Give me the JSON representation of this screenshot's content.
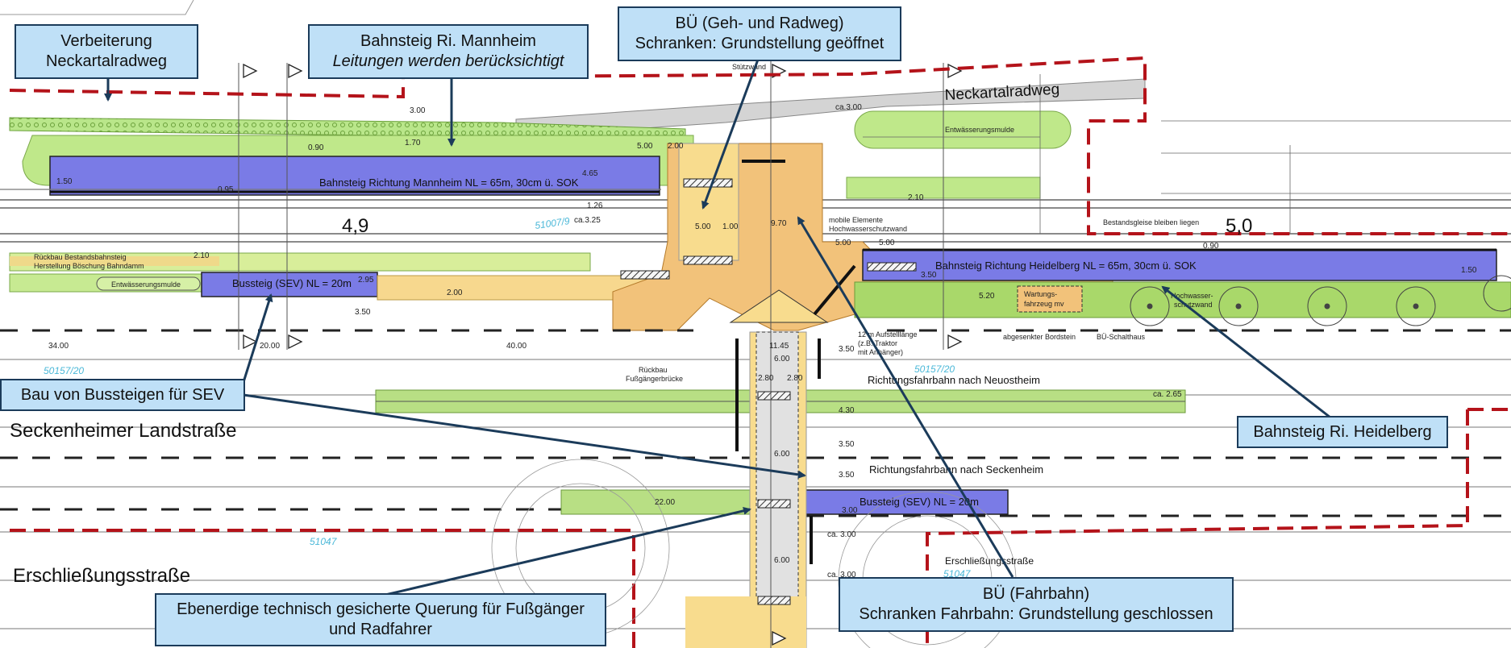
{
  "callouts": {
    "radweg": {
      "line1": "Verbeiterung",
      "line2": "Neckartalradweg"
    },
    "mannheim": {
      "line1": "Bahnsteig Ri. Mannheim",
      "line2": "Leitungen werden berücksichtigt"
    },
    "bue_geh": {
      "line1": "BÜ (Geh- und Radweg)",
      "line2": "Schranken: Grundstellung geöffnet"
    },
    "sev": {
      "line1": "Bau von Bussteigen für SEV"
    },
    "heidelberg": {
      "line1": "Bahnsteig Ri. Heidelberg"
    },
    "querung": {
      "line1": "Ebenerdige technisch gesicherte Querung für Fußgänger",
      "line2": "und Radfahrer"
    },
    "bue_fahrbahn": {
      "line1": "BÜ (Fahrbahn)",
      "line2": "Schranken Fahrbahn: Grundstellung geschlossen"
    }
  },
  "street_names": {
    "neckartalradweg": "Neckartalradweg",
    "seckenheimer": "Seckenheimer Landstraße",
    "erschliessung_left": "Erschließungsstraße",
    "erschliessung_right": "Erschließungsstraße"
  },
  "platforms": {
    "mannheim": "Bahnsteig Richtung Mannheim NL = 65m, 30cm ü. SOK",
    "heidelberg": "Bahnsteig Richtung Heidelberg NL = 65m, 30cm ü. SOK",
    "bus_north": "Bussteig (SEV) NL = 20m",
    "bus_south": "Bussteig (SEV) NL = 20m"
  },
  "annotations": {
    "stuetzwand": "Stützwand",
    "entwaesserung_right": "Entwässerungsmulde",
    "entwaesserung_left": "Entwässerungsmulde",
    "rueckbau_line1": "Rückbau Bestandsbahnsteig",
    "rueckbau_line2": "Herstellung Böschung Bahndamm",
    "bestandsgleise": "Bestandsgleise bleiben liegen",
    "mobile_line1": "mobile Elemente",
    "mobile_line2": "Hochwasserschutzwand",
    "wartung_line1": "Wartungs-",
    "wartung_line2": "fahrzeug mv",
    "hochwasser_line1": "Hochwasser-",
    "hochwasser_line2": "schutzwand",
    "bordstein": "abgesenkter Bordstein",
    "schalthaus": "BÜ-Schalthaus",
    "aufstell_line1": "12 m Aufstelllänge",
    "aufstell_line2": "(z.B. Traktor",
    "aufstell_line3": "mit Anhänger)",
    "fussg_line1": "Rückbau",
    "fussg_line2": "Fußgängerbrücke",
    "ri_neuostheim": "Richtungsfahrbahn nach Neuostheim",
    "ri_seckenheim": "Richtungsfahrbahn nach Seckenheim",
    "km_left": "4,9",
    "km_right": "5,0",
    "parcel1": "51007/9",
    "parcel2": "50157/20",
    "parcel3": "50157/20",
    "parcel4": "51047",
    "parcel5": "51047"
  },
  "dimensions": {
    "d300a": "3.00",
    "d170": "1.70",
    "d090": "0.90",
    "d465": "4.65",
    "d150": "1.50",
    "d095": "0.95",
    "d126": "1.26",
    "d325": "ca.3.25",
    "d500a": "5.00",
    "d200a": "2.00",
    "d500b": "5.00",
    "d100": "1.00",
    "d970": "9.70",
    "d210a": "2.10",
    "d210b": "2.10",
    "d500c": "5.00",
    "d500d": "5.00",
    "d090b": "0.90",
    "d295": "2.95",
    "d200b": "2.00",
    "d350a": "3.50",
    "d520": "5.20",
    "d350b": "3.50",
    "d3400": "34.00",
    "d2000": "20.00",
    "d4000": "40.00",
    "d1145": "11.45",
    "d600a": "6.00",
    "d350c": "3.50",
    "d280a": "2.80",
    "d280b": "2.80",
    "d430": "4.30",
    "d350d": "3.50",
    "d600b": "6.00",
    "d350e": "3.50",
    "d2200": "22.00",
    "d300b": "3.00",
    "d300c": "ca. 3.00",
    "d600c": "6.00",
    "d300d": "ca. 3.00",
    "d300e": "ca.3.00",
    "d265": "ca. 2.65",
    "d150b": "1.50"
  },
  "colors": {
    "callout_fill": "#bfe0f7",
    "callout_border": "#1b3b5a",
    "platform_blue": "#7a7be6",
    "green_area": "#b7e37a",
    "orange_area": "#f2c27a",
    "yellow_area": "#f8dc8e",
    "hatch_green": "#9fcf6a",
    "red_dash": "#b4131a",
    "leader": "#1b3b5a"
  }
}
